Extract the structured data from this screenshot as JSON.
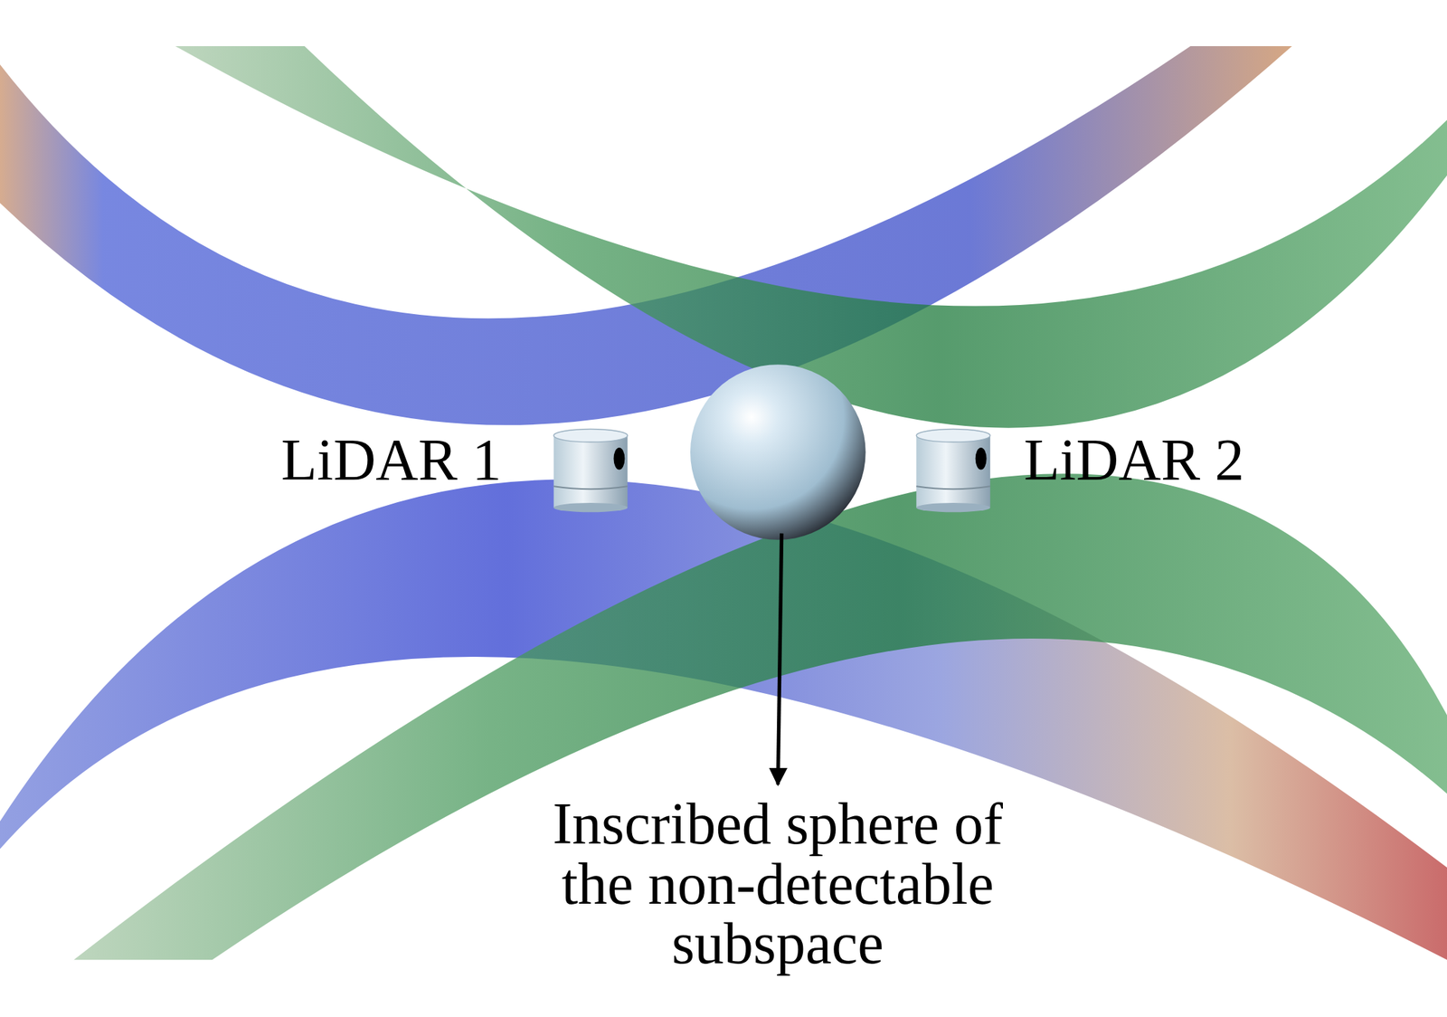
{
  "diagram": {
    "labels": [
      "LiDAR 1",
      "LiDAR 2",
      "Inscribed sphere of the non-detectable subspace"
    ]
  }
}
